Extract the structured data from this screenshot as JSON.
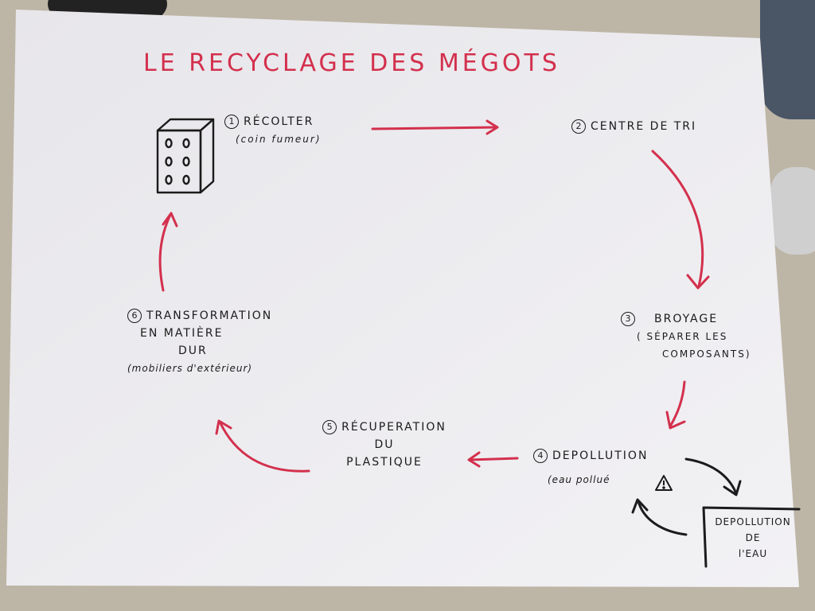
{
  "title": "LE RECYCLAGE DES MÉGOTS",
  "steps": [
    {
      "num": "1",
      "label": "RÉCOLTER",
      "note": "(coin fumeur)"
    },
    {
      "num": "2",
      "label": "CENTRE DE TRI"
    },
    {
      "num": "3",
      "label": "BROYAGE",
      "note_lines": [
        "( SÉPARER LES",
        "COMPOSANTS)"
      ]
    },
    {
      "num": "4",
      "label": "DEPOLLUTION",
      "note": "(eau pollué",
      "warning_icon": "warning-triangle-icon"
    },
    {
      "num": "5",
      "label_lines": [
        "RÉCUPERATION",
        "DU",
        "PLASTIQUE"
      ]
    },
    {
      "num": "6",
      "label_lines": [
        "TRANSFORMATION",
        "EN MATIÈRE",
        "DUR"
      ],
      "note": "(mobiliers d'extérieur)"
    }
  ],
  "side_box": {
    "lines": [
      "DEPOLLUTION",
      "DE",
      "l'EAU"
    ]
  },
  "colors": {
    "accent": "#d3304d",
    "ink": "#1b1b1b",
    "paper": "#ecebef"
  },
  "icons": [
    "ashtray-bin-icon",
    "warning-triangle-icon"
  ]
}
